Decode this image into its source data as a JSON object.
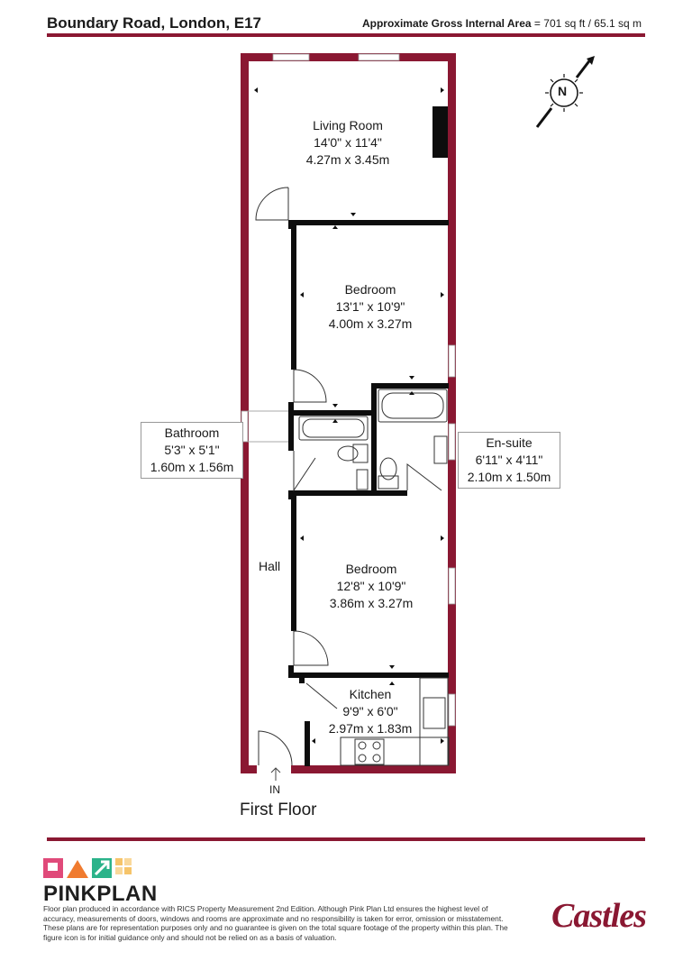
{
  "header": {
    "address": "Boundary Road, London, E17",
    "area_label": "Approximate Gross Internal Area",
    "area_value": "= 701 sq ft / 65.1 sq m"
  },
  "rooms": {
    "living_room": {
      "name": "Living Room",
      "imperial": "14'0\" x 11'4\"",
      "metric": "4.27m x 3.45m"
    },
    "bedroom_1": {
      "name": "Bedroom",
      "imperial": "13'1\" x 10'9\"",
      "metric": "4.00m x 3.27m"
    },
    "bathroom": {
      "name": "Bathroom",
      "imperial": "5'3\" x 5'1\"",
      "metric": "1.60m x 1.56m"
    },
    "ensuite": {
      "name": "En-suite",
      "imperial": "6'11\" x 4'11\"",
      "metric": "2.10m x 1.50m"
    },
    "hall": {
      "name": "Hall"
    },
    "bedroom_2": {
      "name": "Bedroom",
      "imperial": "12'8\" x 10'9\"",
      "metric": "3.86m x 3.27m"
    },
    "kitchen": {
      "name": "Kitchen",
      "imperial": "9'9\" x 6'0\"",
      "metric": "2.97m x 1.83m"
    }
  },
  "entrance_label": "IN",
  "floor_name": "First Floor",
  "compass_label": "N",
  "brand": {
    "name": "PINKPLAN",
    "color": "#8a1832"
  },
  "agent_name": "Castles",
  "disclaimer": "Floor plan produced in accordance with RICS Property Measurement 2nd Edition. Although Pink Plan Ltd ensures the highest level of accuracy, measurements of doors, windows and rooms are approximate and no responsibility is taken for error, omission or misstatement. These plans are for representation purposes only and no guarantee is given on the total square footage of the property within this plan. The figure icon is for initial guidance only and should not be relied on as a basis of valuation."
}
